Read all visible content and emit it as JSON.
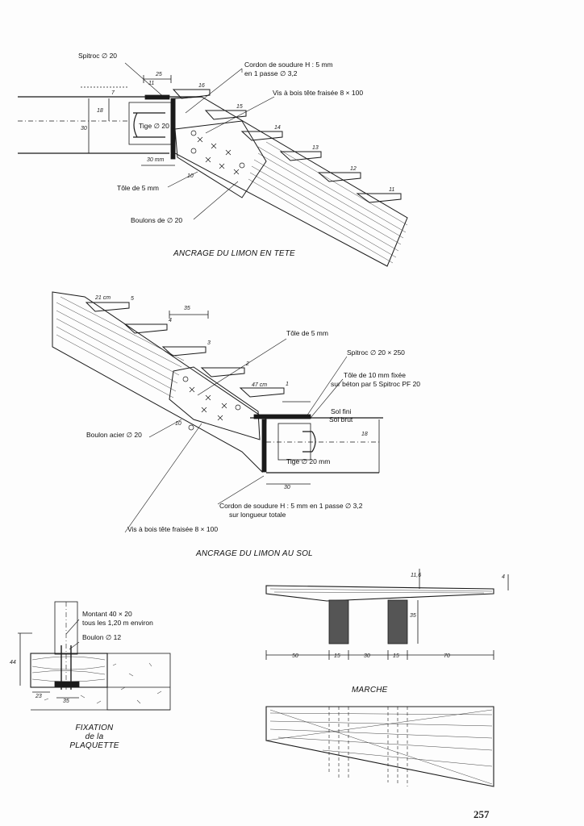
{
  "page_number": "257",
  "figure1": {
    "caption": "ANCRAGE DU LIMON EN TETE",
    "labels": {
      "spitroc": "Spitroc ∅ 20",
      "cordon_l1": "Cordon de soudure H : 5 mm",
      "cordon_l2": "en 1 passe ∅ 3,2",
      "vis": "Vis à bois tête fraisée 8 × 100",
      "tige": "Tige ∅ 20",
      "tole": "Tôle de 5 mm",
      "boulons": "Boulons de ∅ 20"
    },
    "dims": {
      "d25": "25",
      "d11": "11",
      "d7": "7",
      "d18": "18",
      "d30": "30",
      "d30mm": "30 mm",
      "d10": "10"
    },
    "step_numbers": [
      "16",
      "15",
      "14",
      "13",
      "12",
      "11"
    ]
  },
  "figure2": {
    "caption": "ANCRAGE DU LIMON AU SOL",
    "labels": {
      "tole": "Tôle de 5 mm",
      "spitroc": "Spitroc ∅ 20 × 250",
      "tole10_l1": "Tôle de 10 mm fixée",
      "tole10_l2": "sur béton par 5 Spitroc PF 20",
      "boulon": "Boulon acier ∅ 20",
      "tige": "Tige ∅ 20 mm",
      "cordon_l1": "Cordon de soudure H : 5 mm en 1 passe ∅ 3,2",
      "cordon_l2": "sur longueur totale",
      "vis": "Vis à bois tête fraisée 8 × 100",
      "sol_fini": "Sol fini",
      "sol_brut": "Sol brut"
    },
    "dims": {
      "d35": "35",
      "d30": "30",
      "d18": "18",
      "d10": "10",
      "d21": "21 cm",
      "d47": "47 cm"
    },
    "step_numbers": [
      "5",
      "4",
      "3",
      "2",
      "1"
    ]
  },
  "figure3": {
    "caption_l1": "FIXATION",
    "caption_l2": "de la",
    "caption_l3": "PLAQUETTE",
    "labels": {
      "montant_l1": "Montant 40 × 20",
      "montant_l2": "tous les 1,20 m environ",
      "boulon": "Boulon ∅ 12"
    },
    "dims": {
      "d44": "44",
      "d23": "23",
      "d35": "35"
    }
  },
  "figure4": {
    "caption": "MARCHE",
    "dims": {
      "d35": "35",
      "d50": "50",
      "d15a": "15",
      "d30": "30",
      "d15b": "15",
      "d70": "70",
      "d11": "11,6",
      "d4": "4"
    }
  },
  "colors": {
    "ink": "#1a1a1a",
    "paper": "#fdfdfd",
    "hatch": "#444444"
  }
}
